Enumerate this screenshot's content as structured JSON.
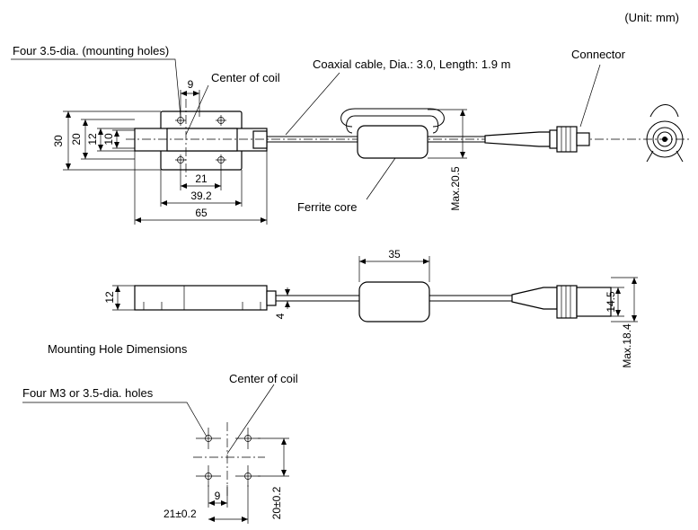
{
  "unit_note": "(Unit: mm)",
  "labels": {
    "mounting_holes": "Four 3.5-dia. (mounting holes)",
    "center_of_coil_top": "Center of coil",
    "coaxial_cable": "Coaxial cable, Dia.: 3.0, Length: 1.9 m",
    "connector": "Connector",
    "ferrite_core": "Ferrite core",
    "mounting_hole_dimensions": "Mounting Hole Dimensions",
    "center_of_coil_bottom": "Center of coil",
    "m3_holes": "Four M3 or 3.5-dia. holes"
  },
  "dimensions": {
    "d9_top": "9",
    "d30": "30",
    "d20": "20",
    "d12_front": "12",
    "d10": "10",
    "d21": "21",
    "d39_2": "39.2",
    "d65": "65",
    "d20_5": "Max.20.5",
    "d35": "35",
    "d12_side": "12",
    "d4": "4",
    "d14_5": "14.5",
    "d18_4": "Max.18.4",
    "d9_bottom": "9",
    "d21_tol": "21±0.2",
    "d20_tol": "20±0.2"
  }
}
